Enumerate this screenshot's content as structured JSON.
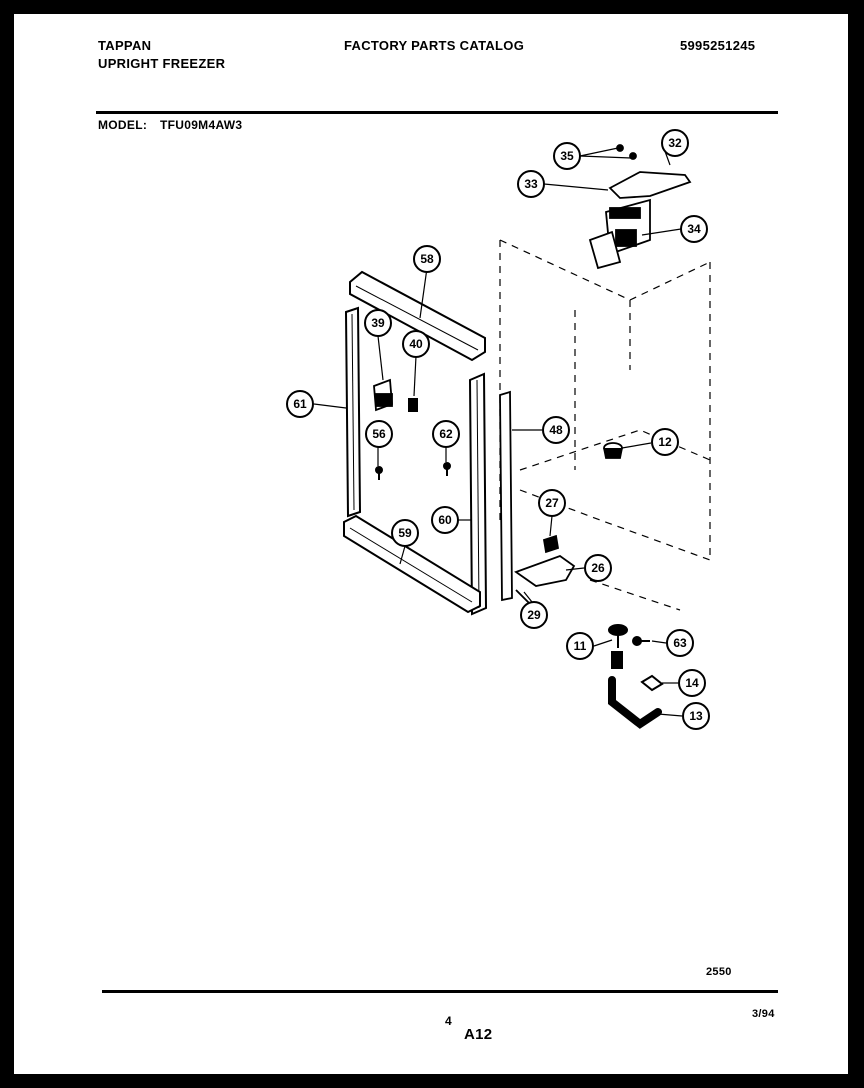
{
  "header": {
    "brand": "TAPPAN",
    "product": "UPRIGHT FREEZER",
    "catalog_title": "FACTORY PARTS CATALOG",
    "catalog_number": "5995251245",
    "model_label": "MODEL:",
    "model_number": "TFU09M4AW3"
  },
  "footer": {
    "drawing_code": "2550",
    "date": "3/94",
    "page_number": "4",
    "section": "A12"
  },
  "callouts": [
    {
      "id": "c35",
      "label": "35"
    },
    {
      "id": "c32",
      "label": "32"
    },
    {
      "id": "c33",
      "label": "33"
    },
    {
      "id": "c34",
      "label": "34"
    },
    {
      "id": "c58",
      "label": "58"
    },
    {
      "id": "c39",
      "label": "39"
    },
    {
      "id": "c40",
      "label": "40"
    },
    {
      "id": "c61",
      "label": "61"
    },
    {
      "id": "c56",
      "label": "56"
    },
    {
      "id": "c62",
      "label": "62"
    },
    {
      "id": "c48",
      "label": "48"
    },
    {
      "id": "c12",
      "label": "12"
    },
    {
      "id": "c27",
      "label": "27"
    },
    {
      "id": "c60",
      "label": "60"
    },
    {
      "id": "c59",
      "label": "59"
    },
    {
      "id": "c26",
      "label": "26"
    },
    {
      "id": "c29",
      "label": "29"
    },
    {
      "id": "c11",
      "label": "11"
    },
    {
      "id": "c63",
      "label": "63"
    },
    {
      "id": "c14",
      "label": "14"
    },
    {
      "id": "c13",
      "label": "13"
    }
  ]
}
